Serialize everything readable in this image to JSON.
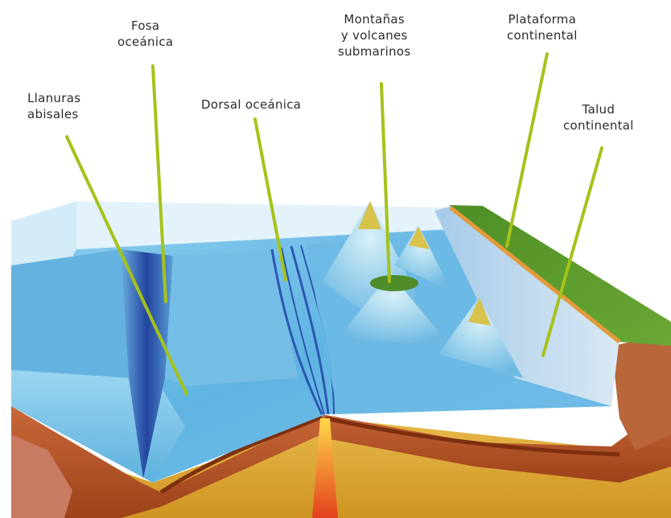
{
  "labels": {
    "llanuras_abisales": [
      "Llanuras",
      "abisales"
    ],
    "fosa_oceanica": [
      "Fosa",
      "oceánica"
    ],
    "dorsal_oceanica": [
      "Dorsal oceánica"
    ],
    "montanas_volcanes": [
      "Montañas",
      "y volcanes",
      "submarinos"
    ],
    "plataforma_continental": [
      "Plataforma",
      "continental"
    ],
    "talud_continental": [
      "Talud",
      "continental"
    ]
  },
  "colors": {
    "pointer": "#a6c21a",
    "water_light": "#8fd0ee",
    "water_mid": "#4fa8dc",
    "water_deep": "#2a57b8",
    "crust": "#b95a2a",
    "mantle": "#e3b02e",
    "land": "#5d9a2c"
  }
}
